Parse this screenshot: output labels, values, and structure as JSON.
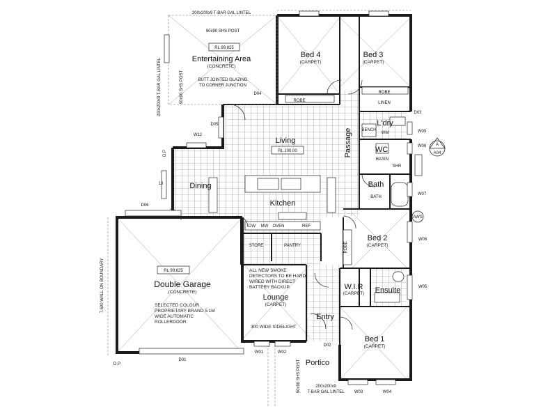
{
  "rooms": {
    "bed4": {
      "name": "Bed 4",
      "sub": "(CARPET)"
    },
    "bed3": {
      "name": "Bed 3",
      "sub": "(CARPET)"
    },
    "entertaining": {
      "name": "Entertaining Area",
      "sub": "(CONCRETE)"
    },
    "living": {
      "name": "Living"
    },
    "dining": {
      "name": "Dining"
    },
    "kitchen": {
      "name": "Kitchen"
    },
    "passage": {
      "name": "Passage"
    },
    "ldry": {
      "name": "L'dry"
    },
    "wc": {
      "name": "WC"
    },
    "bath": {
      "name": "Bath"
    },
    "bed2": {
      "name": "Bed 2",
      "sub": "(CARPET)"
    },
    "wir": {
      "name": "W.I.R",
      "sub": "(CARPET)"
    },
    "ensuite": {
      "name": "Ensuite"
    },
    "bed1": {
      "name": "Bed 1",
      "sub": "(CARPET)"
    },
    "garage": {
      "name": "Double Garage",
      "sub": "(CONCRETE)"
    },
    "lounge": {
      "name": "Lounge",
      "sub": "(CARPET)"
    },
    "entry": {
      "name": "Entry"
    },
    "portico": {
      "name": "Portico"
    },
    "store": {
      "name": "STORE"
    },
    "pantry": {
      "name": "PANTRY"
    }
  },
  "fixtures": {
    "robe": "ROBE",
    "linen": "LINEN",
    "ldry_labels": [
      "BENCH",
      "WM"
    ],
    "kitchen_labels": [
      "DW",
      "MW",
      "OVEN",
      "REF"
    ],
    "bath_labels": [
      "BASIN",
      "SHR",
      "BATH"
    ]
  },
  "doors": [
    "D01",
    "D02",
    "D03",
    "D04",
    "D05",
    "D06"
  ],
  "windows": [
    "W01",
    "W02",
    "W03",
    "W04",
    "W05",
    "W06",
    "W07",
    "W08",
    "W09",
    "W12"
  ],
  "levels": {
    "entertaining_rl": "RL 99.825",
    "living_rl": "RL 100.00",
    "garage_rl": "RL 99.825"
  },
  "notes": {
    "lintel_top": "200x200x9 T-BAR GAL LINTEL",
    "shs_post_top": "90x90 SHS POST",
    "side_lintel": "200x200x9 T-BAR GAL LINTEL",
    "side_post": "90x90 SHS POST",
    "glazing": [
      "BUTT JOINTED GLAZING",
      "TO CORNER JUNCTION"
    ],
    "smoke": [
      "ALL NEW SMOKE",
      "DETECTORS TO BE HARD",
      "WIRED WITH DIRECT",
      "BATTERY BACKUP."
    ],
    "roller": [
      "SELECTED COLOUR",
      "PROPRIETARY BRAND 5.1M",
      "WIDE AUTOMATIC",
      "ROLLERDOOR."
    ],
    "sidelight": "300 WIDE SIDELIGHT",
    "boundary": "7.600 WALL ON BOUNDARY",
    "lintel_bottom": [
      "200x200x9",
      "T-BAR GAL LINTEL"
    ],
    "portico_lintel": "90x90 SHS POST",
    "section_top": "A",
    "section_bottom": "A04",
    "dp": "D.P",
    "awb": "AWS",
    "side_13": "13"
  }
}
